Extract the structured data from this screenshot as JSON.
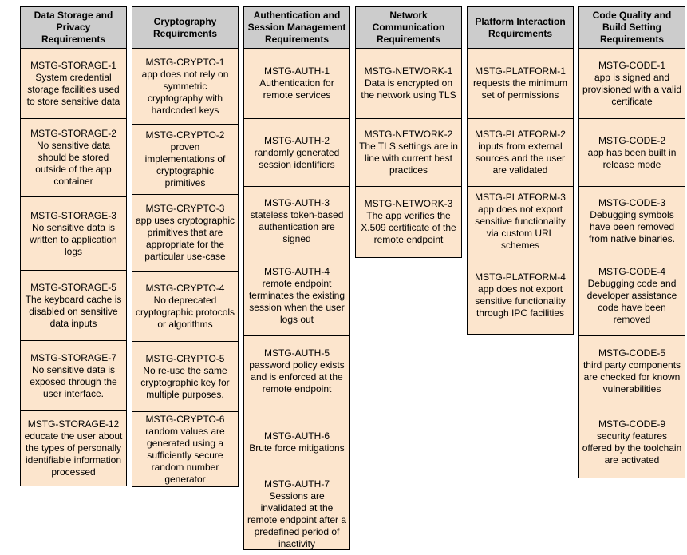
{
  "colors": {
    "header_bg": "#cccccc",
    "cell_bg": "#fce5cd",
    "border": "#000000",
    "text": "#000000",
    "page_bg": "#ffffff"
  },
  "table": {
    "columns": [
      {
        "key": "storage",
        "header": "Data Storage and Privacy Requirements",
        "cells": [
          {
            "id": "MSTG-STORAGE-1",
            "desc": "System credential storage facilities used to store sensitive data"
          },
          {
            "id": "MSTG-STORAGE-2",
            "desc": "No sensitive data should be stored outside of the app container"
          },
          {
            "id": "MSTG-STORAGE-3",
            "desc": "No sensitive data is written to application logs"
          },
          {
            "id": "MSTG-STORAGE-5",
            "desc": "The keyboard cache is disabled on sensitive data inputs"
          },
          {
            "id": "MSTG-STORAGE-7",
            "desc": "No sensitive data is exposed through the user interface."
          },
          {
            "id": "MSTG-STORAGE-12",
            "desc": "educate the user about the types of personally identifiable information processed"
          }
        ]
      },
      {
        "key": "crypto",
        "header": "Cryptography Requirements",
        "cells": [
          {
            "id": "MSTG-CRYPTO-1",
            "desc": "app does not rely on symmetric cryptography with hardcoded keys"
          },
          {
            "id": "MSTG-CRYPTO-2",
            "desc": "proven implementations of cryptographic primitives"
          },
          {
            "id": "MSTG-CRYPTO-3",
            "desc": "app uses cryptographic primitives that are appropriate for the particular use-case"
          },
          {
            "id": "MSTG-CRYPTO-4",
            "desc": "No deprecated cryptographic protocols or algorithms"
          },
          {
            "id": "MSTG-CRYPTO-5",
            "desc": "No re-use the same cryptographic key for multiple purposes."
          },
          {
            "id": "MSTG-CRYPTO-6",
            "desc": "random values are generated using a sufficiently secure random number generator"
          }
        ]
      },
      {
        "key": "auth",
        "header": "Authentication and Session Management Requirements",
        "cells": [
          {
            "id": "MSTG-AUTH-1",
            "desc": "Authentication for remote services"
          },
          {
            "id": "MSTG-AUTH-2",
            "desc": "randomly generated session identifiers"
          },
          {
            "id": "MSTG-AUTH-3",
            "desc": "stateless token-based authentication are signed"
          },
          {
            "id": "MSTG-AUTH-4",
            "desc": "remote endpoint terminates the existing session when the user logs out"
          },
          {
            "id": "MSTG-AUTH-5",
            "desc": "password policy exists and is enforced at the remote endpoint"
          },
          {
            "id": "MSTG-AUTH-6",
            "desc": "Brute force mitigations"
          },
          {
            "id": "MSTG-AUTH-7",
            "desc": "Sessions are invalidated at the remote endpoint after a predefined period of inactivity"
          }
        ]
      },
      {
        "key": "network",
        "header": "Network Communication Requirements",
        "cells": [
          {
            "id": "MSTG-NETWORK-1",
            "desc": "Data is encrypted on the network using TLS"
          },
          {
            "id": "MSTG-NETWORK-2",
            "desc": "The TLS settings are in line with current best practices"
          },
          {
            "id": "MSTG-NETWORK-3",
            "desc": "The app verifies the X.509 certificate of the remote endpoint"
          }
        ]
      },
      {
        "key": "platform",
        "header": "Platform Interaction Requirements",
        "cells": [
          {
            "id": "MSTG-PLATFORM-1",
            "desc": "requests the minimum set of permissions"
          },
          {
            "id": "MSTG-PLATFORM-2",
            "desc": "inputs from external sources and the user are validated"
          },
          {
            "id": "MSTG-PLATFORM-3",
            "desc": "app does not export sensitive functionality via custom URL schemes"
          },
          {
            "id": "MSTG-PLATFORM-4",
            "desc": "app does not export sensitive functionality through IPC facilities"
          }
        ]
      },
      {
        "key": "code",
        "header": "Code Quality and Build Setting Requirements",
        "cells": [
          {
            "id": "MSTG-CODE-1",
            "desc": "app is signed and provisioned with a valid certificate"
          },
          {
            "id": "MSTG-CODE-2",
            "desc": "app has been built in release mode"
          },
          {
            "id": "MSTG-CODE-3",
            "desc": "Debugging symbols have been removed from native binaries."
          },
          {
            "id": "MSTG-CODE-4",
            "desc": "Debugging code and developer assistance code have been removed"
          },
          {
            "id": "MSTG-CODE-5",
            "desc": "third party components are checked for known vulnerabilities"
          },
          {
            "id": "MSTG-CODE-9",
            "desc": "security features offered by the toolchain are activated"
          }
        ]
      }
    ]
  }
}
